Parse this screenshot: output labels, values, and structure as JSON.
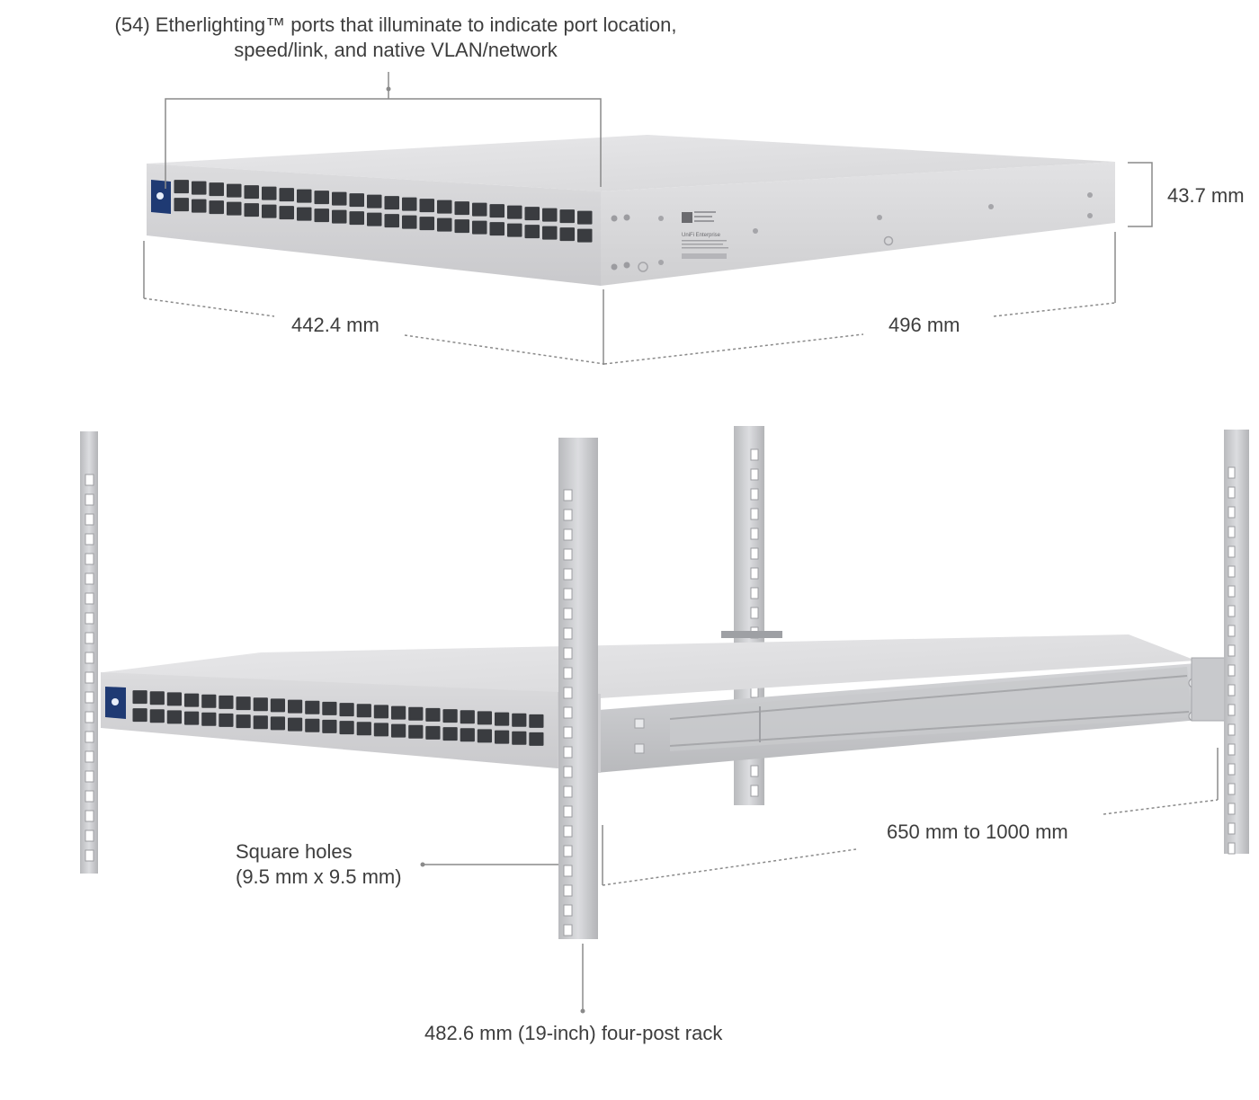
{
  "callouts": {
    "etherlighting_line1": "(54) Etherlighting™ ports that illuminate to indicate port location,",
    "etherlighting_line2": "speed/link, and native VLAN/network",
    "height": "43.7 mm",
    "width": "442.4 mm",
    "depth": "496 mm",
    "rail_depth": "650 mm to 1000 mm",
    "square_holes_line1": "Square holes",
    "square_holes_line2": "(9.5 mm x 9.5 mm)",
    "rack": "482.6 mm (19-inch) four-post rack"
  },
  "product_label": {
    "brand": "UniFi Enterprise"
  },
  "colors": {
    "chassis": "#d9d9db",
    "chassis_top": "#e4e4e6",
    "port_dark": "#3a3c40",
    "front_panel_accent": "#1f3a73",
    "rail": "#c4c5c8",
    "dimension_line": "#8a8a8a"
  }
}
